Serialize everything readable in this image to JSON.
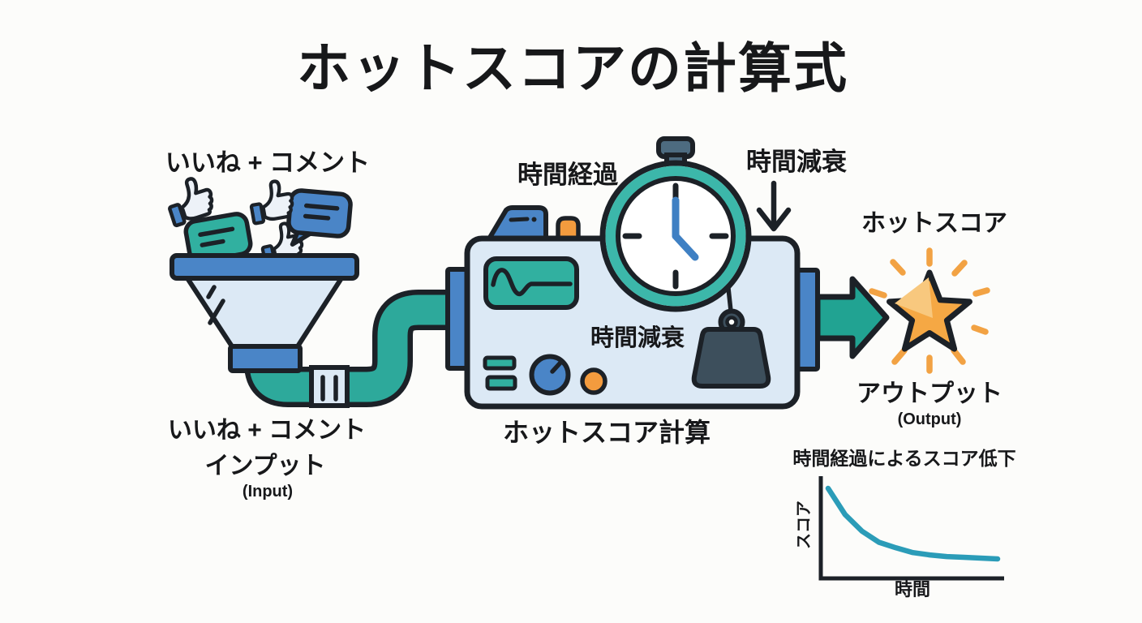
{
  "title": "ホットスコアの計算式",
  "input": {
    "label_top": "いいね + コメント",
    "label_bottom": "いいね + コメント",
    "label_name": "インプット",
    "label_en": "(Input)"
  },
  "machine": {
    "label_time_elapsed": "時間経過",
    "label_time_decay_arrow": "時間減衰",
    "label_time_decay_panel": "時間減衰",
    "caption": "ホットスコア計算"
  },
  "output": {
    "label_top": "ホットスコア",
    "label_name": "アウトプット",
    "label_en": "(Output)"
  },
  "chart_data": {
    "type": "line",
    "title": "時間経過によるスコア低下",
    "xlabel": "時間",
    "ylabel": "スコア",
    "x": [
      0,
      1,
      2,
      3,
      4,
      5,
      6,
      7,
      8,
      9,
      10
    ],
    "values": [
      1.0,
      0.67,
      0.46,
      0.32,
      0.25,
      0.19,
      0.16,
      0.14,
      0.13,
      0.12,
      0.11
    ],
    "x_range": [
      0,
      10
    ],
    "y_range": [
      0,
      1
    ],
    "grid": false,
    "legend": "none",
    "line_color": "#2b9cb8",
    "description": "exponential decay of score as time passes"
  },
  "icons": {
    "like": "thumbs-up-icon",
    "comment": "speech-bubble-icon",
    "collector": "funnel-icon",
    "transport": "pipe-icon",
    "processor": "machine-icon",
    "time": "stopwatch-icon",
    "decay_weight": "weight-icon",
    "decay_pointer": "down-arrow-icon",
    "result_flow": "right-arrow-icon",
    "score": "star-icon"
  },
  "colors": {
    "background": "#fcfcfa",
    "outline": "#1c2127",
    "text": "#17181a",
    "blue": "#4a85c7",
    "light_blue": "#dce9f5",
    "teal": "#31b0a0",
    "teal_dark": "#21a392",
    "pipe_teal": "#2da99b",
    "ring_teal": "#3cb7aa",
    "blue_hand": "#3f80c3",
    "orange": "#f39b3e",
    "star_orange": "#f5a844",
    "star_highlight": "#f8c87e",
    "star_ray": "#f2a243",
    "slate": "#3d4f5c",
    "crown_slate": "#4d6b80",
    "chart_line": "#2b9cb8",
    "hand_fill": "#edf2f8"
  }
}
